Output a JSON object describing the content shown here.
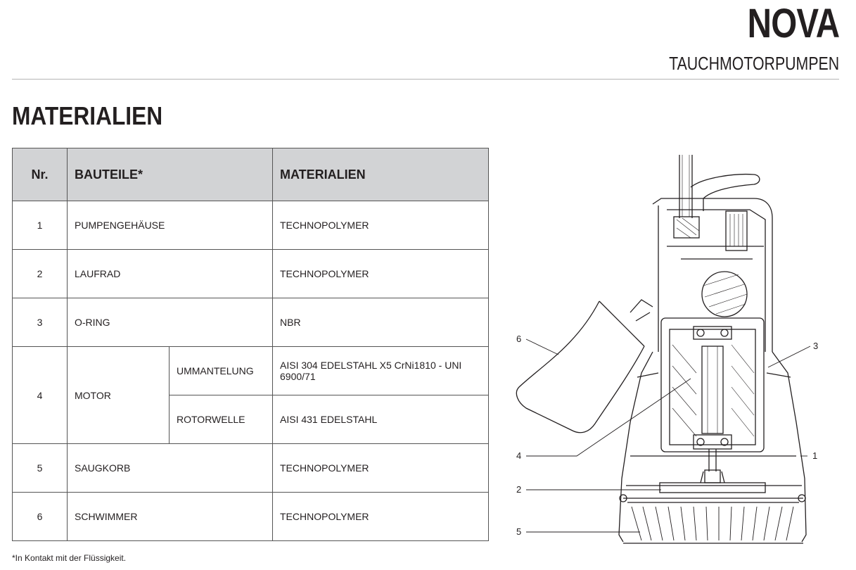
{
  "header": {
    "brand": "NOVA",
    "subtitle": "TAUCHMOTORPUMPEN"
  },
  "section_title": "MATERIALIEN",
  "table": {
    "headers": {
      "nr": "Nr.",
      "bauteile": "BAUTEILE*",
      "materialien": "MATERIALIEN"
    },
    "rows": [
      {
        "nr": "1",
        "part": "PUMPENGEHÄUSE",
        "material": "TECHNOPOLYMER"
      },
      {
        "nr": "2",
        "part": "LAUFRAD",
        "material": "TECHNOPOLYMER"
      },
      {
        "nr": "3",
        "part": "O-RING",
        "material": "NBR"
      },
      {
        "nr": "4",
        "part": "MOTOR",
        "sub": [
          {
            "part": "UMMANTELUNG",
            "material": "AISI 304 EDELSTAHL X5 CrNi1810 - UNI 6900/71"
          },
          {
            "part": "ROTORWELLE",
            "material": "AISI 431 EDELSTAHL"
          }
        ]
      },
      {
        "nr": "5",
        "part": "SAUGKORB",
        "material": "TECHNOPOLYMER"
      },
      {
        "nr": "6",
        "part": "SCHWIMMER",
        "material": "TECHNOPOLYMER"
      }
    ]
  },
  "footnote": "*In Kontakt mit der Flüssigkeit.",
  "diagram": {
    "callouts": {
      "c1": "1",
      "c2": "2",
      "c3": "3",
      "c4": "4",
      "c5": "5",
      "c6": "6"
    }
  }
}
